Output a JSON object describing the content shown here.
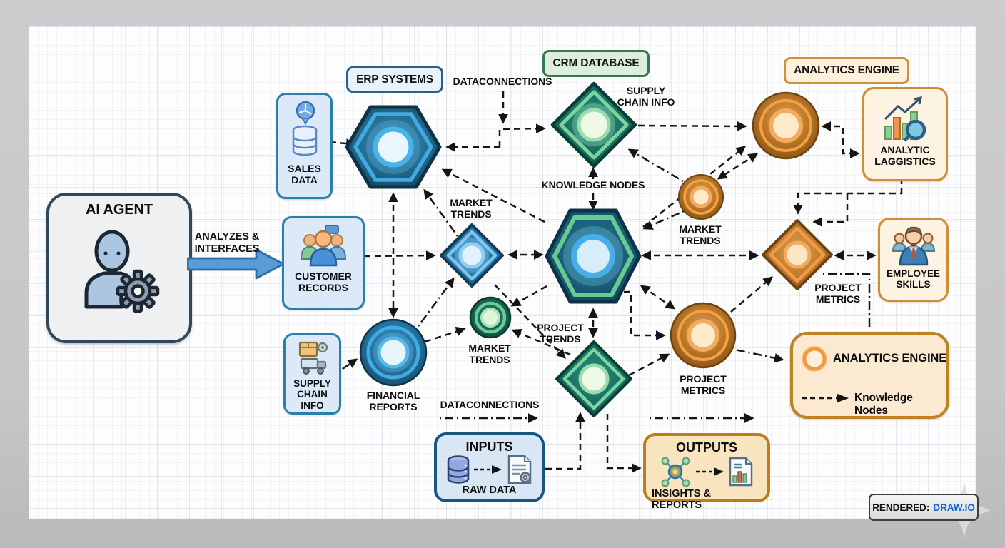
{
  "ai_agent": {
    "title": "AI AGENT"
  },
  "flow_arrow": {
    "label": "ANALYZES &\nINTERFACES"
  },
  "source_boxes": {
    "sales_data": {
      "label": "SALES\nDATA"
    },
    "customer_records": {
      "label": "CUSTOMER\nRECORDS"
    },
    "supply_chain_info": {
      "label": "SUPPLY\nCHAIN\nINFO"
    }
  },
  "group_labels": {
    "erp_systems": "ERP SYSTEMS",
    "crm_database": "CRM DATABASE",
    "analytics_engine": "ANALYTICS ENGINE"
  },
  "annotations": {
    "dataconnections_top": "DATACONNECTIONS",
    "dataconnections_bottom": "DATACONNECTIONS",
    "supply_chain_info": "SUPPLY\nCHAIN INFO",
    "knowledge_nodes": "KNOWLEDGE NODES"
  },
  "node_labels": {
    "financial_reports": "FINANCIAL\nREPORTS",
    "market_trends_diamond": "MARKET\nTRENDS",
    "market_trends_circle": "MARKET\nTRENDS",
    "market_trends_orange": "MARKET\nTRENDS",
    "project_trends": "PROJECT\nTRENDS",
    "project_metrics_diamond": "PROJECT\nMETRICS",
    "project_metrics_circle": "PROJECT\nMETRICS"
  },
  "right_boxes": {
    "analytic_laggistics": {
      "label": "ANALYTIC\nLAGGISTICS"
    },
    "employee_skills": {
      "label": "EMPLOYEE\nSKILLS"
    }
  },
  "legend": {
    "title": "ANALYTICS ENGINE",
    "entry": "Knowledge Nodes"
  },
  "io_boxes": {
    "inputs": {
      "title": "INPUTS",
      "label": "RAW DATA"
    },
    "outputs": {
      "title": "OUTPUTS",
      "label": "INSIGHTS & REPORTS"
    }
  },
  "badge": {
    "prefix": "RENDERED:",
    "link": "DRAW.IO"
  },
  "colors": {
    "blue_node_ring": "#41aae2",
    "green_node_ring": "#68ca8e",
    "orange_node_ring": "#f2994a",
    "flow_arrow_fill": "#5b9bd5",
    "blue_label_fill": "#e9f2fc",
    "green_label_fill": "#dcefdc",
    "orange_label_fill": "#fdf1dd",
    "link_blue": "#1565d8",
    "connector_black": "#161616"
  }
}
